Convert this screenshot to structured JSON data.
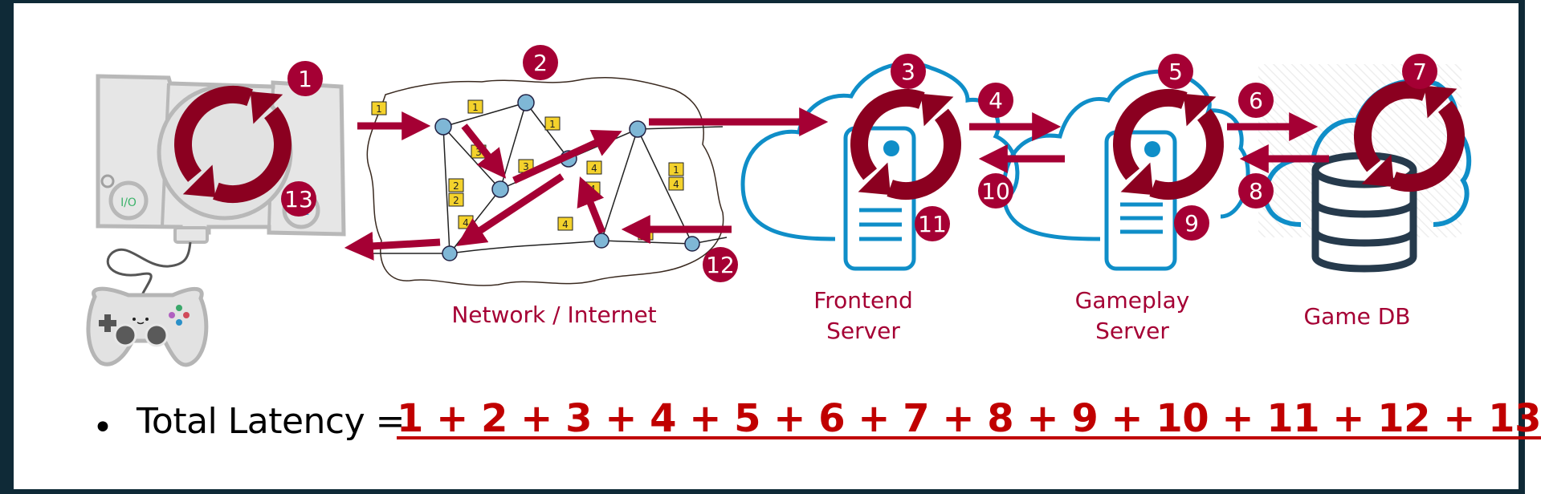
{
  "diagram": {
    "colors": {
      "accent": "#a50034",
      "arrow": "#a50034",
      "cycle": "#8b0020",
      "cloud": "#0f8ec8",
      "db": "#263a4c",
      "formula": "#c00000",
      "frame": "#0f2a37"
    },
    "nodes": [
      {
        "id": "console",
        "label": "",
        "icon": "game-console-icon"
      },
      {
        "id": "network",
        "label": "Network / Internet",
        "icon": "network-graph-icon"
      },
      {
        "id": "frontend",
        "label_line1": "Frontend",
        "label_line2": "Server",
        "icon": "cloud-server-icon"
      },
      {
        "id": "gameplay",
        "label_line1": "Gameplay",
        "label_line2": "Server",
        "icon": "cloud-server-icon"
      },
      {
        "id": "gamedb",
        "label": "Game DB",
        "icon": "cloud-database-icon"
      }
    ],
    "steps": [
      "1",
      "2",
      "3",
      "4",
      "5",
      "6",
      "7",
      "8",
      "9",
      "10",
      "11",
      "12",
      "13"
    ],
    "packet_labels": [
      "1",
      "1",
      "1",
      "3",
      "3",
      "4",
      "4",
      "2",
      "4",
      "2",
      "4",
      "3",
      "1",
      "4"
    ]
  },
  "summary": {
    "bullet": "•",
    "label": "Total Latency =",
    "formula": "1 + 2 + 3 + 4 + 5 + 6 + 7 + 8 + 9 + 10 + 11 + 12 + 13"
  }
}
